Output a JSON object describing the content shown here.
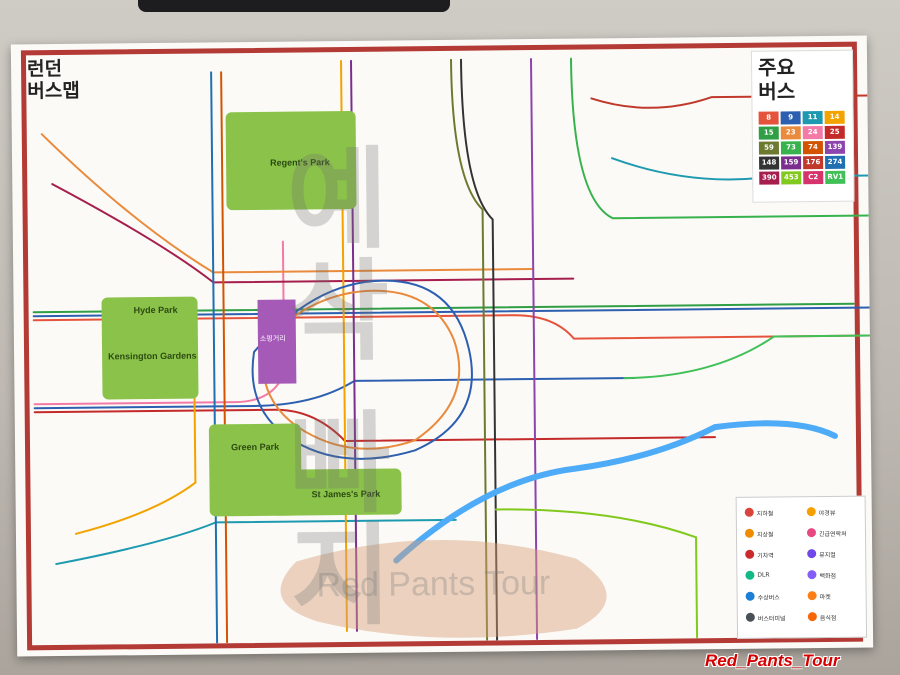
{
  "map": {
    "title_line1": "런던",
    "title_line2": "버스맵",
    "legend_title_line1": "주요",
    "legend_title_line2": "버스",
    "routes": [
      {
        "label": "8",
        "color": "#e6533c"
      },
      {
        "label": "9",
        "color": "#2d5fb0"
      },
      {
        "label": "11",
        "color": "#1e9ab0"
      },
      {
        "label": "14",
        "color": "#f3a300"
      },
      {
        "label": "15",
        "color": "#2f9e44"
      },
      {
        "label": "23",
        "color": "#e98a3c"
      },
      {
        "label": "24",
        "color": "#f37aa6"
      },
      {
        "label": "25",
        "color": "#c42a2a"
      },
      {
        "label": "59",
        "color": "#6c7a30"
      },
      {
        "label": "73",
        "color": "#37b24d"
      },
      {
        "label": "74",
        "color": "#d35400"
      },
      {
        "label": "139",
        "color": "#8e44ad"
      },
      {
        "label": "148",
        "color": "#333333"
      },
      {
        "label": "159",
        "color": "#7b2e8e"
      },
      {
        "label": "176",
        "color": "#c0392b"
      },
      {
        "label": "274",
        "color": "#1f6fb2"
      },
      {
        "label": "390",
        "color": "#a61e4d"
      },
      {
        "label": "453",
        "color": "#82c91e"
      },
      {
        "label": "C2",
        "color": "#d6336c"
      },
      {
        "label": "RV1",
        "color": "#40c057"
      }
    ],
    "parks": {
      "regents": "Regent's Park",
      "hyde": "Hyde Park",
      "kensington": "Kensington Gardens",
      "green": "Green Park",
      "stjames": "St James's Park"
    },
    "shopping": "소핑거리",
    "watermark": "예삭 빠지",
    "watermark_sub": "Red Pants Tour",
    "key": [
      {
        "label": "지하철",
        "color": "#d9443b"
      },
      {
        "label": "지상철",
        "color": "#f08c00"
      },
      {
        "label": "기차역",
        "color": "#c92a2a"
      },
      {
        "label": "DLR",
        "color": "#12b886"
      },
      {
        "label": "수상버스",
        "color": "#1c7ed6"
      },
      {
        "label": "버스터미널",
        "color": "#495057"
      },
      {
        "label": "야경뷰",
        "color": "#f59f00"
      },
      {
        "label": "긴급연락처",
        "color": "#e64980"
      },
      {
        "label": "뮤지컬",
        "color": "#7048e8"
      },
      {
        "label": "백화점",
        "color": "#845ef7"
      },
      {
        "label": "마켓",
        "color": "#fd7e14"
      },
      {
        "label": "음식점",
        "color": "#f76707"
      }
    ]
  },
  "caption": "Red_Pants_Tour"
}
